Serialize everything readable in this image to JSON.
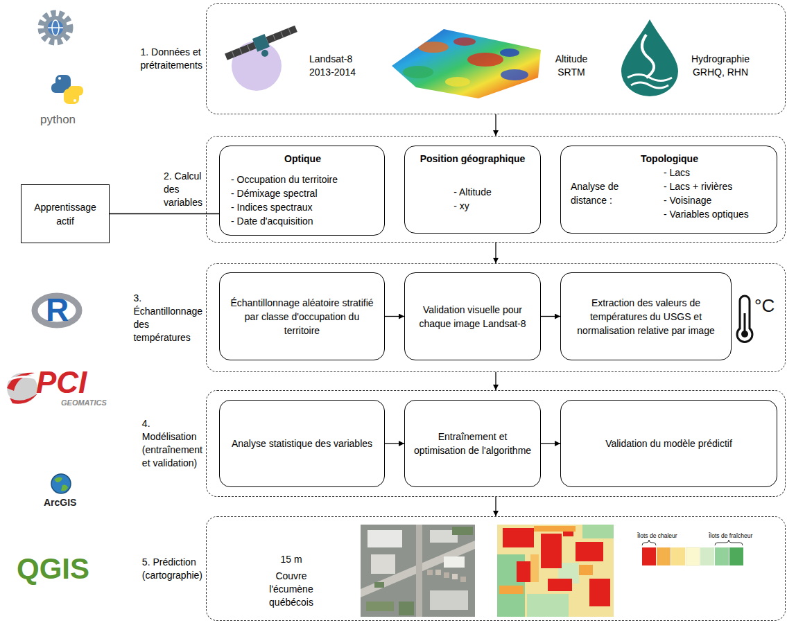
{
  "diagram": {
    "nodes": [
      {
        "text": [
          "1. Données et prétraitements",
          "Landsat-8 2013-2014",
          "Altitude SRTM",
          "Hydrographie GRHQ, RHN"
        ]
      },
      {
        "text": [
          "Apprentissage actif"
        ]
      },
      {
        "text": [
          "2. Calcul des variables"
        ]
      },
      {
        "text": [
          "Optique",
          "- Occupation du territoire",
          "- Démixage spectral",
          "- Indices spectraux",
          "- Date d'acquisition"
        ],
        "in": 2
      },
      {
        "text": [
          "Position géographique",
          "- Altitude",
          "- xy"
        ],
        "in": 2
      },
      {
        "text": [
          "Topologique",
          "Analyse de distance :",
          "- Lacs",
          "- Lacs + rivières",
          "- Voisinage",
          "- Variables optiques"
        ],
        "in": 2
      },
      {
        "text": [
          "3. Échantillonnage des températures"
        ]
      },
      {
        "text": [
          "Échantillonnage aléatoire stratifié par classe d'occupation du territoire"
        ],
        "in": 6
      },
      {
        "text": [
          "Validation visuelle pour chaque image Landsat-8"
        ],
        "in": 6
      },
      {
        "text": [
          "Extraction des valeurs de températures du USGS et normalisation relative par image"
        ],
        "in": 6
      },
      {
        "text": [
          "4. Modélisation (entraînement et validation)"
        ]
      },
      {
        "text": [
          "Analyse statistique des variables"
        ],
        "in": 10
      },
      {
        "text": [
          "Entraînement et optimisation de l'algorithme"
        ],
        "in": 10
      },
      {
        "text": [
          "Validation du modèle prédictif"
        ],
        "in": 10
      },
      {
        "text": [
          "5. Prédiction (cartographie)",
          "15 m",
          "Couvre l'écumène québécois"
        ]
      }
    ],
    "edges": [
      {
        "from": 0,
        "to": 2,
        "arrow": "to"
      },
      {
        "from": 2,
        "to": 6,
        "arrow": "to"
      },
      {
        "from": 6,
        "to": 10,
        "arrow": "to"
      },
      {
        "from": 10,
        "to": 14,
        "arrow": "to"
      },
      {
        "from": 1,
        "to": 3,
        "arrow": "none"
      },
      {
        "from": 7,
        "to": 8,
        "arrow": "to"
      },
      {
        "from": 8,
        "to": 9,
        "arrow": "to"
      },
      {
        "from": 11,
        "to": 12,
        "arrow": "to"
      },
      {
        "from": 12,
        "to": 13,
        "arrow": "to"
      }
    ],
    "labels": [
      "python",
      "R",
      "PCI",
      "GEOMATICS",
      "ArcGIS",
      "QGIS",
      "°C"
    ],
    "legend": [
      {
        "text": "Îlots de chaleur",
        "color": "#e3211c"
      },
      {
        "text": "Îlots de fraîcheur",
        "color": "#4faa5c"
      }
    ]
  }
}
